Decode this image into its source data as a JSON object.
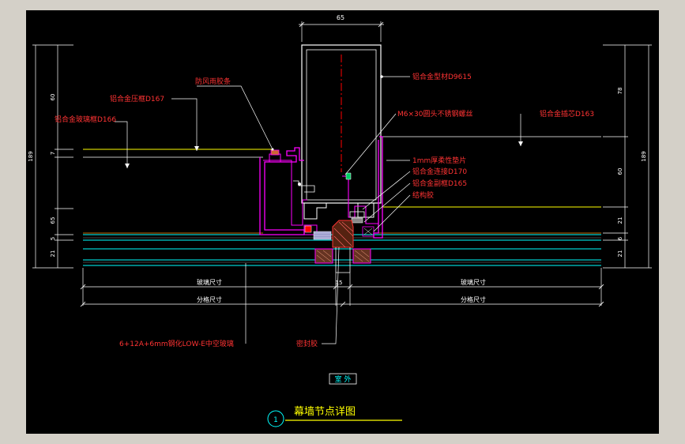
{
  "drawing": {
    "title": "幕墙节点详图",
    "detail_number": "1",
    "outdoor_label": "室 外",
    "top_dimension": "65",
    "bottom_center_dimension": "15",
    "glass_size": "玻璃尺寸",
    "grid_size": "分格尺寸"
  },
  "labels": {
    "mullion": "铝合金型材D9615",
    "rain_strip": "防风雨胶条",
    "press_plate": "铝合金压框D167",
    "bolt": "M6×30圆头不锈钢螺丝",
    "frame_left": "铝合金玻璃框D166",
    "frame_right": "铝合金插芯D163",
    "gasket": "1mm厚柔性垫片",
    "connector": "铝合金连接D170",
    "pressing_frame": "铝合金副框D165",
    "structural_glue": "结构胶",
    "glass": "6+12A+6mm钢化LOW-E中空玻璃",
    "sealant": "密封胶"
  },
  "left_dims": [
    "189",
    "60",
    "7",
    "65",
    "5",
    "21"
  ],
  "right_dims": [
    "189",
    "78",
    "60",
    "21",
    "6",
    "21"
  ],
  "colors": {
    "canvas": "#000000",
    "outline": "#ffffff",
    "profile": "#ff00ff",
    "label": "#ff3333",
    "glass": "#00ffff",
    "title": "#ffff00",
    "yellow_line": "#ffff00"
  }
}
